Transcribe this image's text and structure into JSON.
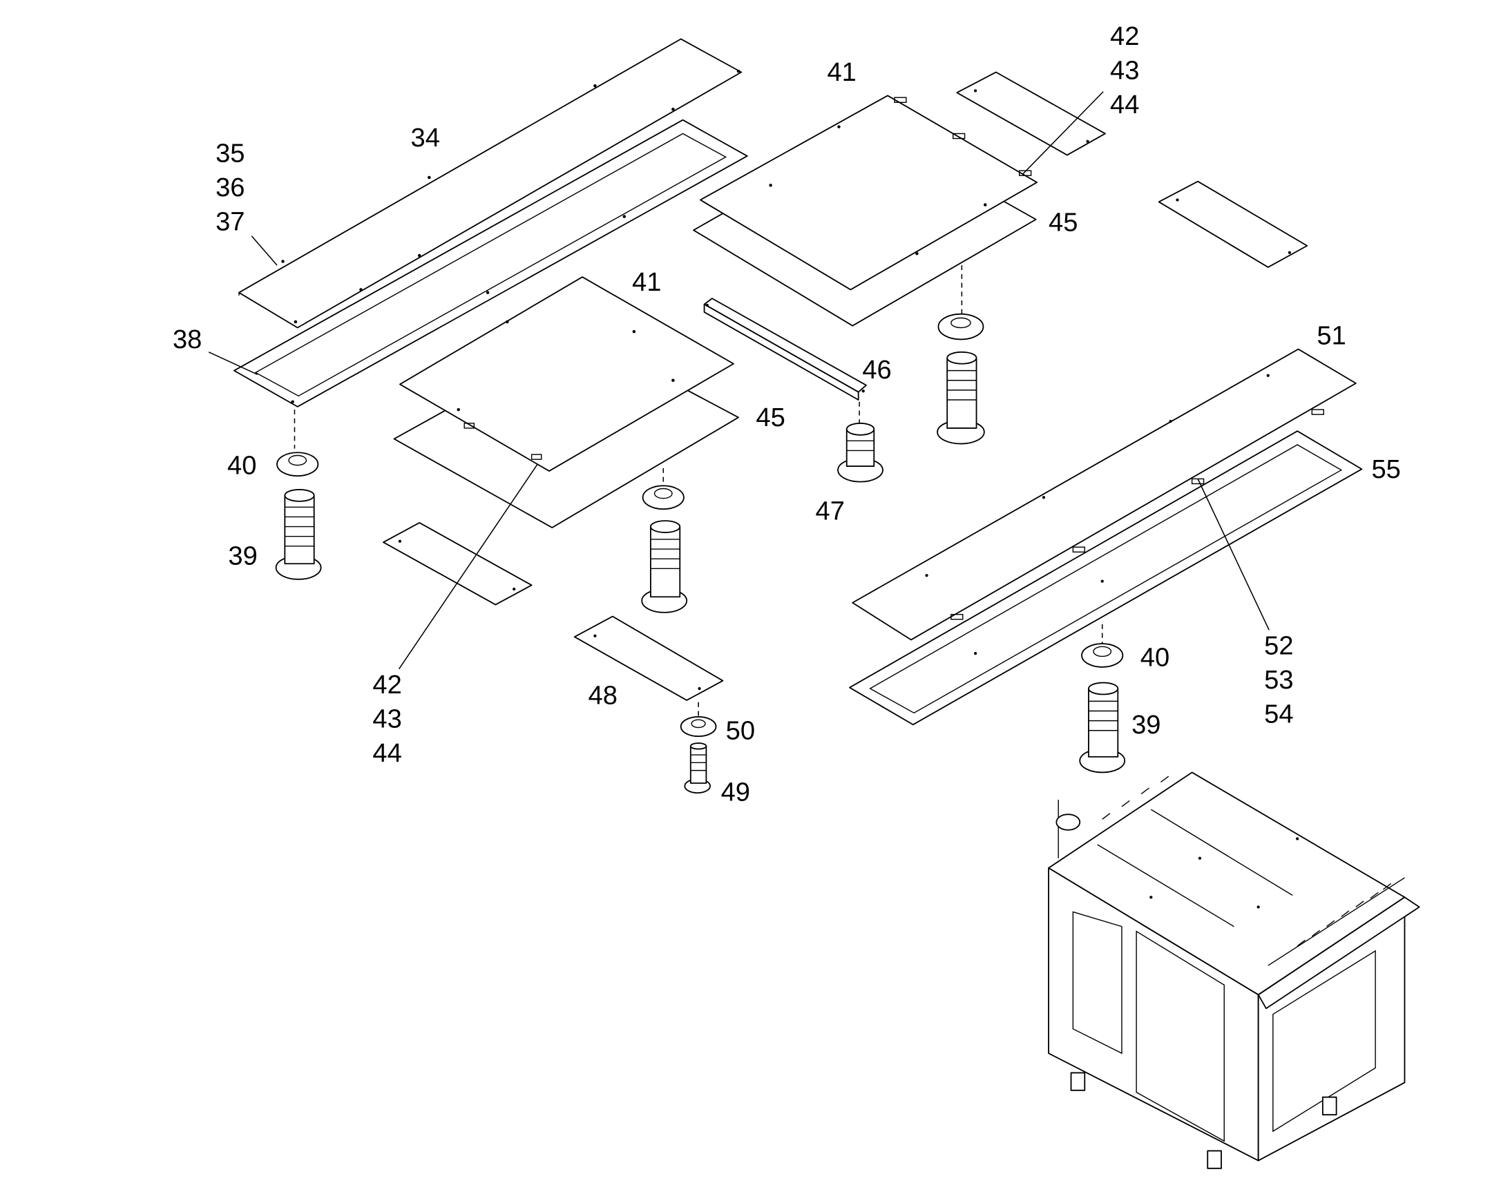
{
  "labels": {
    "l34": "34",
    "l35": "35",
    "l36": "36",
    "l37": "37",
    "l38": "38",
    "l39a": "39",
    "l39b": "39",
    "l40a": "40",
    "l40b": "40",
    "l41a": "41",
    "l41b": "41",
    "l42a": "42",
    "l43a": "43",
    "l44a": "44",
    "l42b": "42",
    "l43b": "43",
    "l44b": "44",
    "l45a": "45",
    "l45b": "45",
    "l46": "46",
    "l47": "47",
    "l48": "48",
    "l49": "49",
    "l50": "50",
    "l51": "51",
    "l52": "52",
    "l53": "53",
    "l54": "54",
    "l55": "55"
  }
}
